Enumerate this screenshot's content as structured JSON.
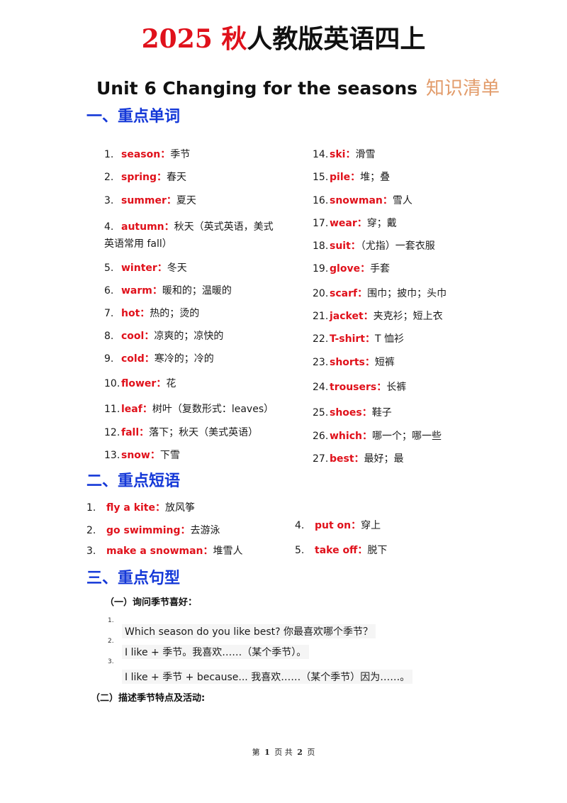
{
  "header": {
    "year": "2025",
    "season_char": "秋",
    "rest": "人教版英语四上",
    "unit_title": "Unit 6 Changing for the seasons",
    "unit_tag": "知识清单"
  },
  "sections": {
    "words_heading": "一、重点单词",
    "phrases_heading": "二、重点短语",
    "sentences_heading": "三、重点句型"
  },
  "words": [
    {
      "num": "1.",
      "term": "season",
      "meaning": "季节"
    },
    {
      "num": "2.",
      "term": "spring",
      "meaning": "春天"
    },
    {
      "num": "3.",
      "term": "summer",
      "meaning": "夏天"
    },
    {
      "num": "4.",
      "term": "autumn",
      "meaning": "秋天（英式英语，美式英语常用 fall）"
    },
    {
      "num": "5.",
      "term": "winter",
      "meaning": "冬天"
    },
    {
      "num": "6.",
      "term": "warm",
      "meaning": "暖和的；温暖的"
    },
    {
      "num": "7.",
      "term": "hot",
      "meaning": "热的；烫的"
    },
    {
      "num": "8.",
      "term": "cool",
      "meaning": "凉爽的；凉快的"
    },
    {
      "num": "9.",
      "term": "cold",
      "meaning": "寒冷的；冷的"
    },
    {
      "num": "10.",
      "term": "flower",
      "meaning": "花"
    },
    {
      "num": "11.",
      "term": "leaf",
      "meaning": "树叶（复数形式：leaves）"
    },
    {
      "num": "12.",
      "term": "fall",
      "meaning": "落下；秋天（美式英语）"
    },
    {
      "num": "13.",
      "term": "snow",
      "meaning": "下雪"
    },
    {
      "num": "14.",
      "term": "ski",
      "meaning": "滑雪"
    },
    {
      "num": "15.",
      "term": "pile",
      "meaning": "堆；叠"
    },
    {
      "num": "16.",
      "term": "snowman",
      "meaning": "雪人"
    },
    {
      "num": "17.",
      "term": "wear",
      "meaning": "穿；戴"
    },
    {
      "num": "18.",
      "term": "suit",
      "meaning": "（尤指）一套衣服"
    },
    {
      "num": "19.",
      "term": "glove",
      "meaning": "手套"
    },
    {
      "num": "20.",
      "term": "scarf",
      "meaning": "围巾；披巾；头巾"
    },
    {
      "num": "21.",
      "term": "jacket",
      "meaning": "夹克衫；短上衣"
    },
    {
      "num": "22.",
      "term": "T-shirt",
      "meaning": "T 恤衫"
    },
    {
      "num": "23.",
      "term": "shorts",
      "meaning": "短裤"
    },
    {
      "num": "24.",
      "term": "trousers",
      "meaning": "长裤"
    },
    {
      "num": "25.",
      "term": "shoes",
      "meaning": "鞋子"
    },
    {
      "num": "26.",
      "term": "which",
      "meaning": "哪一个；哪一些"
    },
    {
      "num": "27.",
      "term": "best",
      "meaning": "最好；最"
    }
  ],
  "phrases": [
    {
      "num": "1.",
      "term": "fly a kite",
      "meaning": "放风筝"
    },
    {
      "num": "2.",
      "term": "go swimming",
      "meaning": "去游泳"
    },
    {
      "num": "3.",
      "term": "make a snowman",
      "meaning": "堆雪人"
    },
    {
      "num": "4.",
      "term": "put on",
      "meaning": "穿上"
    },
    {
      "num": "5.",
      "term": "take off",
      "meaning": "脱下"
    }
  ],
  "separator": "：",
  "sentence_groups": [
    {
      "title": "（一）询问季节喜好：",
      "items": [
        {
          "num": "1.",
          "text": "Which season do you like best? 你最喜欢哪个季节？"
        },
        {
          "num": "2.",
          "text": "I like + 季节。我喜欢……（某个季节）。"
        },
        {
          "num": "3.",
          "text": "I like + 季节 + because... 我喜欢……（某个季节）因为……。"
        }
      ]
    },
    {
      "title": "（二）描述季节特点及活动:",
      "items": []
    }
  ],
  "footer": {
    "prefix": "第",
    "page": "1",
    "middle": "页 共",
    "total": "2",
    "suffix": "页"
  }
}
